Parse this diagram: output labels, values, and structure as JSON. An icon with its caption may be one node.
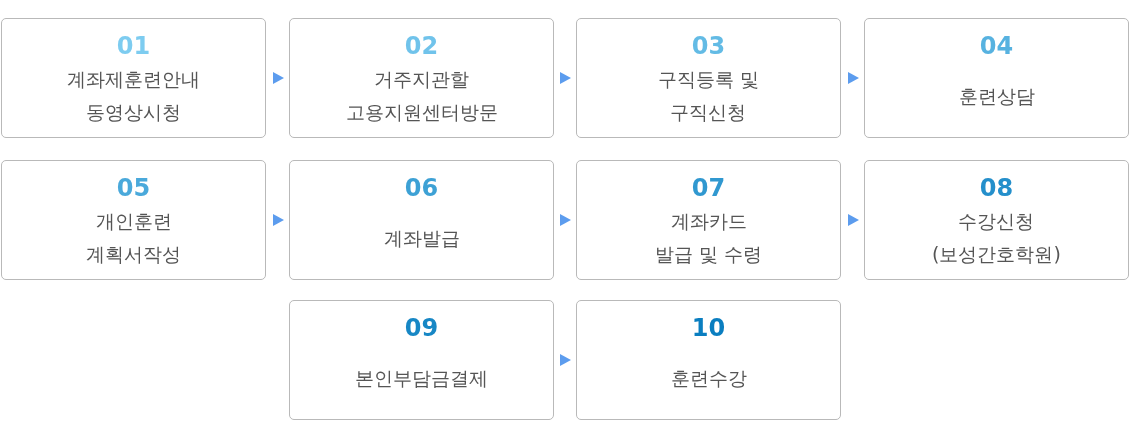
{
  "diagram": {
    "nodes": [
      {
        "text": [
          "01",
          "계좌제훈련안내 동영상시청"
        ]
      },
      {
        "text": [
          "02",
          "거주지관할 고용지원센터방문"
        ]
      },
      {
        "text": [
          "03",
          "구직등록 및 구직신청"
        ]
      },
      {
        "text": [
          "04",
          "훈련상담"
        ]
      },
      {
        "text": [
          "05",
          "개인훈련 계획서작성"
        ]
      },
      {
        "text": [
          "06",
          "계좌발급"
        ]
      },
      {
        "text": [
          "07",
          "계좌카드 발급 및 수령"
        ]
      },
      {
        "text": [
          "08",
          "수강신청 (보성간호학원)"
        ]
      },
      {
        "text": [
          "09",
          "본인부담금결제"
        ]
      },
      {
        "text": [
          "10",
          "훈련수강"
        ]
      }
    ],
    "edges": [
      {
        "from": 0,
        "to": 1,
        "arrow": "to"
      },
      {
        "from": 1,
        "to": 2,
        "arrow": "to"
      },
      {
        "from": 2,
        "to": 3,
        "arrow": "to"
      },
      {
        "from": 4,
        "to": 5,
        "arrow": "to"
      },
      {
        "from": 5,
        "to": 6,
        "arrow": "to"
      },
      {
        "from": 6,
        "to": 7,
        "arrow": "to"
      },
      {
        "from": 8,
        "to": 9,
        "arrow": "to"
      }
    ]
  }
}
